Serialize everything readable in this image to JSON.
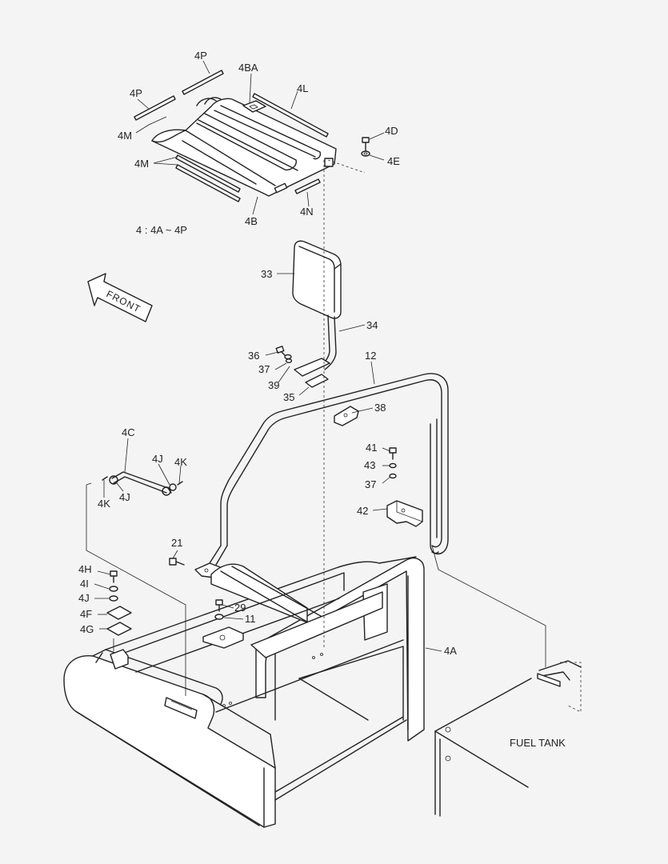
{
  "callouts": {
    "c_4P_a": "4P",
    "c_4BA": "4BA",
    "c_4P_b": "4P",
    "c_4L": "4L",
    "c_4M_a": "4M",
    "c_4D": "4D",
    "c_4M_b": "4M",
    "c_4E": "4E",
    "c_4B": "4B",
    "c_4N": "4N",
    "c_33": "33",
    "c_34": "34",
    "c_36": "36",
    "c_37_a": "37",
    "c_39": "39",
    "c_12": "12",
    "c_35": "35",
    "c_38": "38",
    "c_4C": "4C",
    "c_4J_a": "4J",
    "c_4K_a": "4K",
    "c_41": "41",
    "c_43": "43",
    "c_37_b": "37",
    "c_4K_b": "4K",
    "c_4J_b": "4J",
    "c_42": "42",
    "c_21": "21",
    "c_4H": "4H",
    "c_4I": "4I",
    "c_4J_c": "4J",
    "c_29": "29",
    "c_11": "11",
    "c_4F": "4F",
    "c_4G": "4G",
    "c_4A": "4A"
  },
  "note": "4 : 4A ~ 4P",
  "direction_label": "FRONT",
  "fuel_tank_label": "FUEL TANK"
}
